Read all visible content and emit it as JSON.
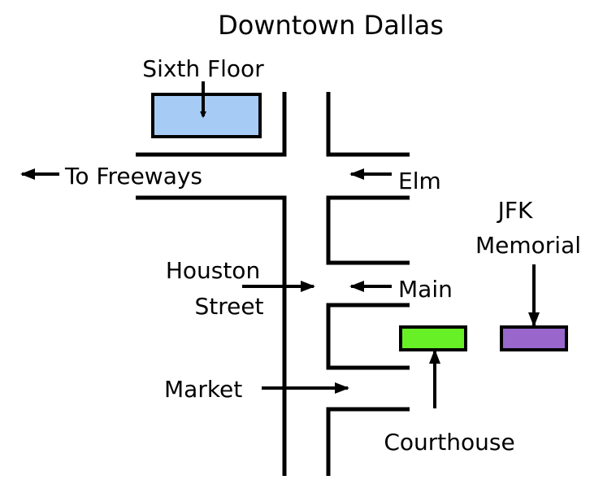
{
  "title": "Downtown Dallas",
  "labels": {
    "sixth_floor": "Sixth Floor",
    "to_freeways": "To Freeways",
    "elm": "Elm",
    "jfk_line1": "JFK",
    "jfk_line2": "Memorial",
    "houston_line1": "Houston",
    "houston_line2": "Street",
    "main": "Main",
    "market": "Market",
    "courthouse": "Courthouse"
  },
  "colors": {
    "sixth_floor": "#a6ccf5",
    "courthouse": "#66f025",
    "jfk_memorial": "#9966cc",
    "ink": "#000000",
    "background": "#ffffff"
  }
}
